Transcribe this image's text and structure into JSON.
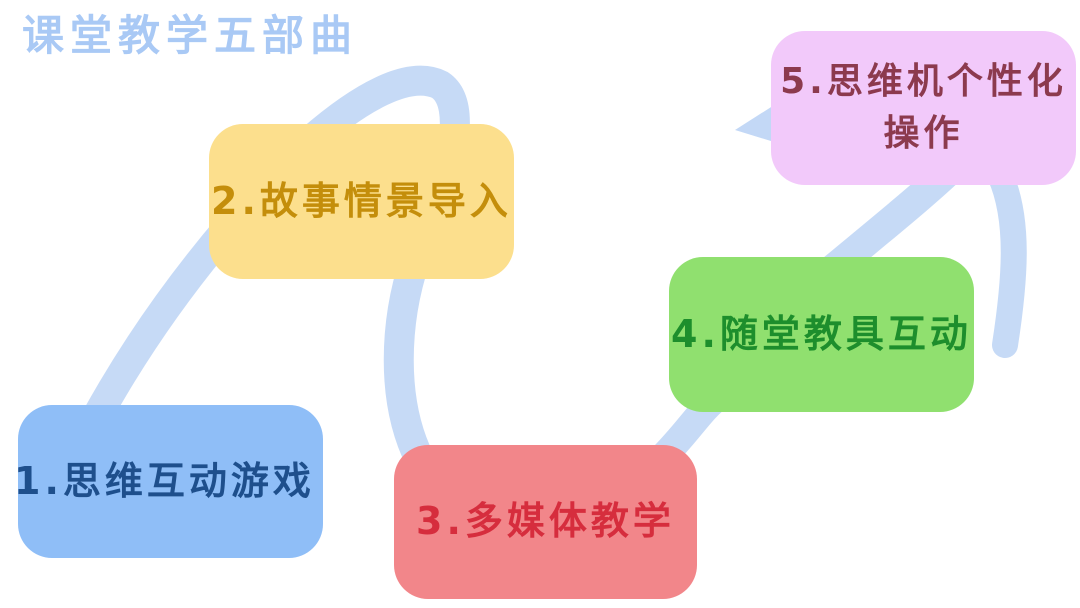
{
  "title": "课堂教学五部曲",
  "steps": [
    {
      "label": "1.思维互动游戏",
      "color": "#8fbef7",
      "text_color": "#1e4f8c"
    },
    {
      "label": "2.故事情景导入",
      "color": "#fcdf8d",
      "text_color": "#c48e0b"
    },
    {
      "label": "3.多媒体教学",
      "color": "#f2868a",
      "text_color": "#d62d3d"
    },
    {
      "label": "4.随堂教具互动",
      "color": "#90e06f",
      "text_color": "#1d8e2c"
    },
    {
      "label": "5.思维机个性化\n操作",
      "line1": "5.思维机个性化",
      "line2": "操作",
      "color": "#f2c9fa",
      "text_color": "#8c3a4e"
    }
  ],
  "connector_color": "#c3d8f6"
}
